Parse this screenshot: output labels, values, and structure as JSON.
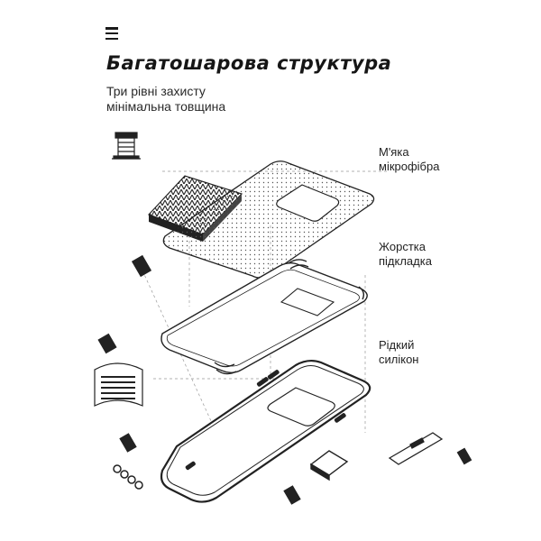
{
  "header": {
    "menu_icon": "menu-icon",
    "title": "Багатошарова структура",
    "subtitle_line1": "Три рівні захисту",
    "subtitle_line2": "мінімальна товщина"
  },
  "layers": [
    {
      "line1": "М'яка",
      "line2": "мікрофібра"
    },
    {
      "line1": "Жорстка",
      "line2": "підкладка"
    },
    {
      "line1": "Рідкий",
      "line2": "силікон"
    }
  ],
  "colors": {
    "ink": "#1a1a1a",
    "background": "#ffffff",
    "line": "#333333"
  }
}
